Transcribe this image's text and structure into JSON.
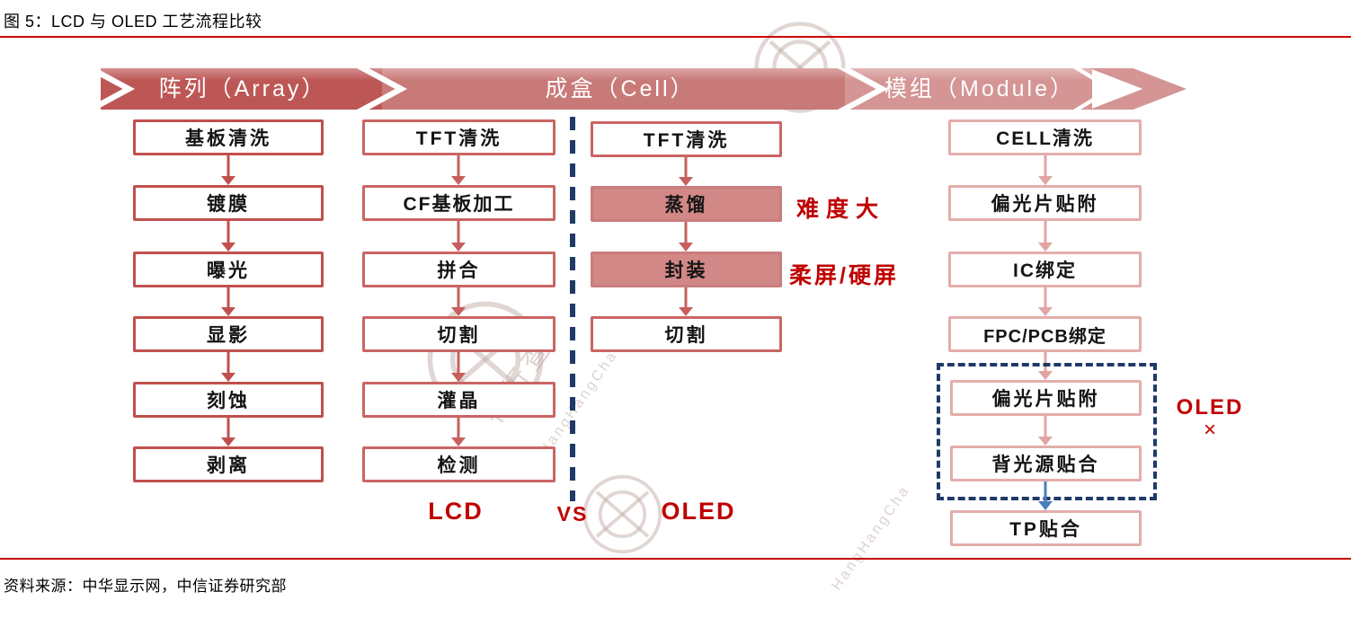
{
  "header": {
    "title": "图 5：LCD 与 OLED 工艺流程比较"
  },
  "footer": {
    "source": "资料来源：中华显示网，中信证券研究部"
  },
  "banner": {
    "segments": [
      {
        "label": "阵列（Array）"
      },
      {
        "label": "成盒（Cell）"
      },
      {
        "label": "模组（Module）"
      }
    ]
  },
  "flows": {
    "array": {
      "steps": [
        "基板清洗",
        "镀膜",
        "曝光",
        "显影",
        "刻蚀",
        "剥离"
      ]
    },
    "cell_lcd": {
      "label": "LCD",
      "steps": [
        "TFT清洗",
        "CF基板加工",
        "拼合",
        "切割",
        "灌晶",
        "检测"
      ]
    },
    "cell_oled": {
      "label": "OLED",
      "steps": [
        "TFT清洗",
        "蒸馏",
        "封装",
        "切割"
      ],
      "annotations": [
        "难度大",
        "柔屏/硬屏"
      ]
    },
    "vs": "VS",
    "module": {
      "steps": [
        "CELL清洗",
        "偏光片贴附",
        "IC绑定",
        "FPC/PCB绑定"
      ],
      "oled_skip": {
        "steps": [
          "偏光片贴附",
          "背光源贴合"
        ],
        "label": "OLED",
        "mark": "×"
      },
      "final_step": "TP贴合"
    }
  },
  "watermark": {
    "text": "行行查",
    "subtext": "HangHangCha"
  },
  "colors": {
    "accent_red": "#c00000",
    "box_border_red": "#c0504d",
    "filled_box": "#d18886",
    "banner_dark": "#bd5756",
    "banner_mid": "#c87a78",
    "banner_light": "#d49594",
    "navy": "#1f3a66",
    "blue_arrow": "#4a7ebb"
  }
}
